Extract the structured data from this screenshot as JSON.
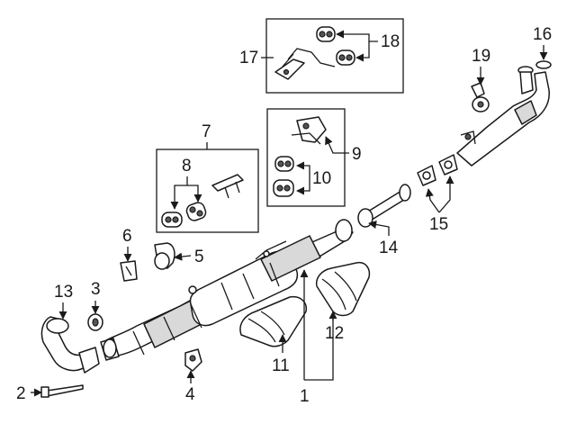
{
  "labels": {
    "l1": "1",
    "l2": "2",
    "l3": "3",
    "l4": "4",
    "l5": "5",
    "l6": "6",
    "l7": "7",
    "l8": "8",
    "l9": "9",
    "l10": "10",
    "l11": "11",
    "l12": "12",
    "l13": "13",
    "l14": "14",
    "l15": "15",
    "l16": "16",
    "l17": "17",
    "l18": "18",
    "l19": "19"
  },
  "colors": {
    "line": "#1a1a1a",
    "shade": "#d9d9d9",
    "background": "#ffffff"
  }
}
